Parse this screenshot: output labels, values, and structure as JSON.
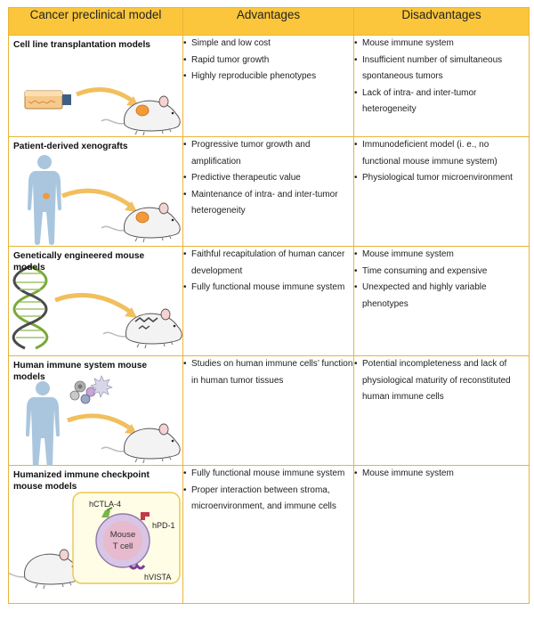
{
  "header": {
    "model": "Cancer preclinical model",
    "advantages": "Advantages",
    "disadvantages": "Disadvantages"
  },
  "colors": {
    "header_bg": "#fbc63b",
    "border": "#e8b53a",
    "arrow": "#f2bf5e",
    "tumor": "#f29a38"
  },
  "rows": [
    {
      "model": "Cell line transplantation models",
      "advantages": [
        "Simple and low cost",
        "Rapid tumor growth",
        "Highly reproducible phenotypes"
      ],
      "disadvantages": [
        "Mouse immune system",
        "Insufficient number of simultaneous spontaneous tumors",
        "Lack of intra- and inter-tumor heterogeneity"
      ]
    },
    {
      "model": "Patient-derived xenografts",
      "advantages": [
        "Progressive tumor growth and amplification",
        "Predictive therapeutic value",
        "Maintenance of intra- and inter-tumor heterogeneity"
      ],
      "disadvantages": [
        "Immunodeficient model (i. e., no functional mouse immune system)",
        "Physiological tumor microenvironment"
      ]
    },
    {
      "model": "Genetically engineered mouse models",
      "advantages": [
        "Faithful recapitulation of human cancer development",
        "Fully functional mouse immune system"
      ],
      "disadvantages": [
        "Mouse immune system",
        "Time consuming and expensive",
        "Unexpected and highly variable phenotypes"
      ]
    },
    {
      "model": "Human immune system mouse models",
      "advantages": [
        "Studies on human immune cells’ function in human tumor tissues"
      ],
      "disadvantages": [
        "Potential incompleteness and lack of physiological maturity of reconstituted human immune cells"
      ]
    },
    {
      "model": "Humanized immune checkpoint mouse models",
      "advantages": [
        "Fully functional mouse immune system",
        "Proper interaction between stroma, microenvironment, and immune cells"
      ],
      "disadvantages": [
        "Mouse immune system"
      ],
      "figure_labels": {
        "ctla4": "hCTLA-4",
        "pd1": "hPD-1",
        "vista": "hVISTA",
        "cell_line1": "Mouse",
        "cell_line2": "T cell"
      }
    }
  ]
}
